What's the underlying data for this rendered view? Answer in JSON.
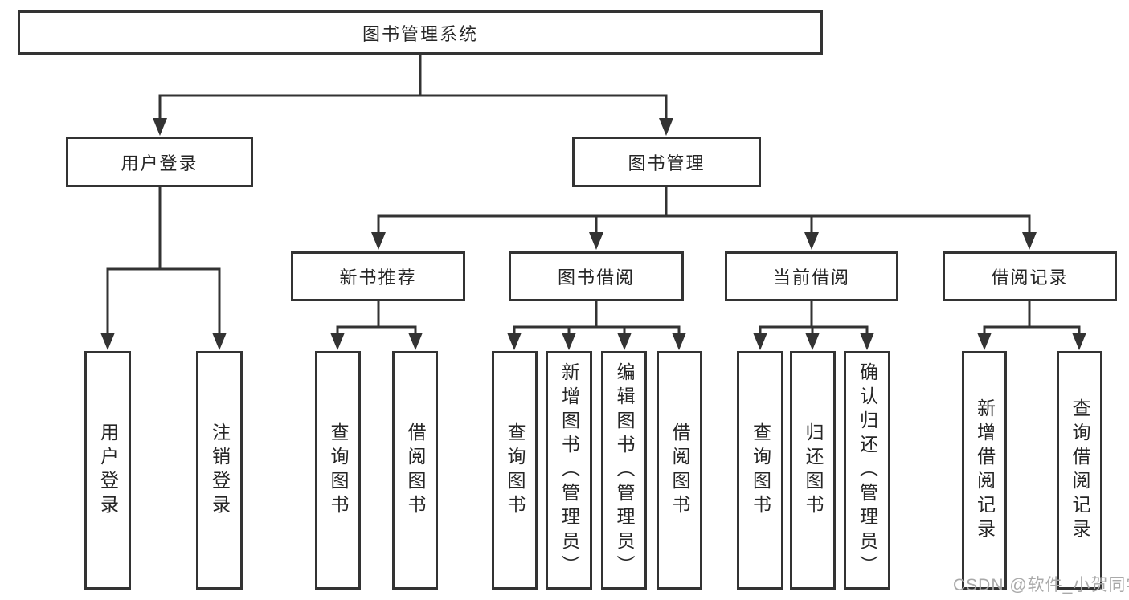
{
  "nodes": {
    "root": "图书管理系统",
    "user_login": "用户登录",
    "book_management": "图书管理",
    "new_book_recommend": "新书推荐",
    "book_borrow": "图书借阅",
    "current_borrow": "当前借阅",
    "borrow_records": "借阅记录",
    "login": "用户登录",
    "logout": "注销登录",
    "recommend_query_book": "查询图书",
    "recommend_borrow_book": "借阅图书",
    "borrow_query_book": "查询图书",
    "borrow_add_book": "新增图书（管理员）",
    "borrow_edit_book": "编辑图书（管理员）",
    "borrow_borrow_book": "借阅图书",
    "current_query_book": "查询图书",
    "current_return_book": "归还图书",
    "current_confirm_return": "确认归还（管理员）",
    "record_add": "新增借阅记录",
    "record_query": "查询借阅记录"
  },
  "structure": {
    "图书管理系统": {
      "用户登录": [
        "用户登录",
        "注销登录"
      ],
      "图书管理": {
        "新书推荐": [
          "查询图书",
          "借阅图书"
        ],
        "图书借阅": [
          "查询图书",
          "新增图书（管理员）",
          "编辑图书（管理员）",
          "借阅图书"
        ],
        "当前借阅": [
          "查询图书",
          "归还图书",
          "确认归还（管理员）"
        ],
        "借阅记录": [
          "新增借阅记录",
          "查询借阅记录"
        ]
      }
    }
  },
  "watermark": "CSDN @软件_小贺同学",
  "colors": {
    "line": "#333333",
    "border": "#333333",
    "text": "#262626",
    "watermark": "#a9a9a9",
    "background": "#ffffff"
  }
}
